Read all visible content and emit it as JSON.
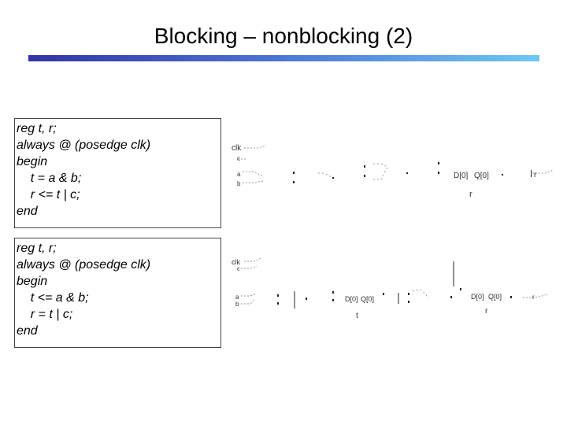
{
  "slide": {
    "title": "Blocking – nonblocking (2)"
  },
  "code_blocks": [
    {
      "lines": [
        "reg t, r;",
        "always @ (posedge clk)",
        "begin",
        "    t = a & b;",
        "    r <= t | c;",
        "end"
      ]
    },
    {
      "lines": [
        "reg t, r;",
        "always @ (posedge clk)",
        "begin",
        "    t <= a & b;",
        "    r = t | c;",
        "end"
      ]
    }
  ],
  "schematics": [
    {
      "inputs": [
        "clk",
        "c",
        "a",
        "b"
      ],
      "ff_d": "D[0]",
      "ff_q": "Q[0]",
      "out_label": "r",
      "out_port": "r"
    },
    {
      "inputs": [
        "clk",
        "c",
        "a",
        "b"
      ],
      "ff1_d": "D[0]",
      "ff1_q": "Q[0]",
      "ff1_label": "t",
      "ff2_d": "D[0]",
      "ff2_q": "Q[0]",
      "ff2_label": "r",
      "out_port": "r"
    }
  ]
}
